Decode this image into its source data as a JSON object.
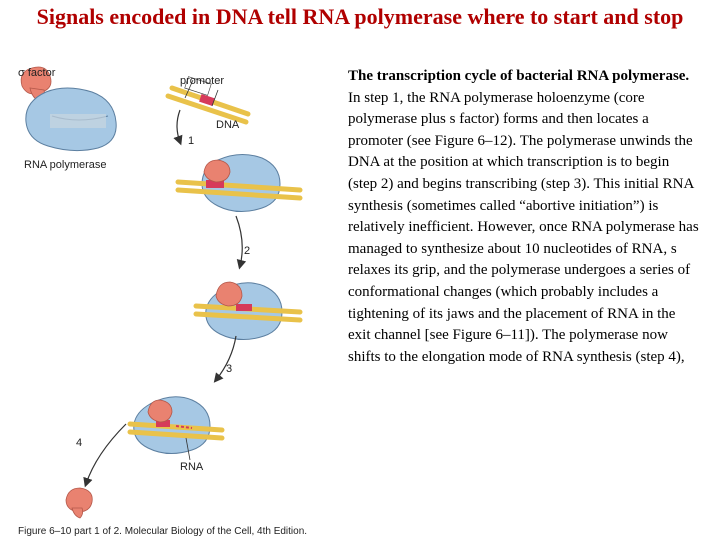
{
  "title": "Signals encoded in DNA tell RNA polymerase where to start and stop",
  "diagram": {
    "labels": {
      "sigma_factor": "σ factor",
      "promoter": "promoter",
      "dna": "DNA",
      "rna_polymerase": "RNA polymerase",
      "rna": "RNA"
    },
    "steps": [
      "1",
      "2",
      "3",
      "4"
    ],
    "colors": {
      "polymerase": "#a6c8e4",
      "polymerase_outline": "#5c7fa0",
      "sigma": "#e98270",
      "dna": "#e9c24a",
      "dna_dark": "#c79a1e",
      "promoter_mark": "#d63a5a",
      "arrow": "#333333"
    }
  },
  "caption": "Figure 6–10 part 1 of 2. Molecular Biology of the Cell, 4th Edition.",
  "description": {
    "heading": "The transcription cycle of bacterial RNA polymerase.",
    "body": "In step 1, the RNA polymerase holoenzyme (core polymerase plus s factor) forms and then locates a promoter (see Figure 6–12). The polymerase unwinds the DNA at the position at which transcription is to begin (step 2) and begins transcribing (step 3). This initial RNA synthesis (sometimes called “abortive initiation”) is relatively inefficient. However, once RNA polymerase has managed to synthesize about 10 nucleotides of RNA, s relaxes its grip, and the polymerase undergoes a series of conformational changes (which probably includes a tightening of its jaws and the placement of RNA in the exit channel [see Figure 6–11]). The polymerase now shifts to the elongation mode of RNA synthesis (step 4),"
  }
}
